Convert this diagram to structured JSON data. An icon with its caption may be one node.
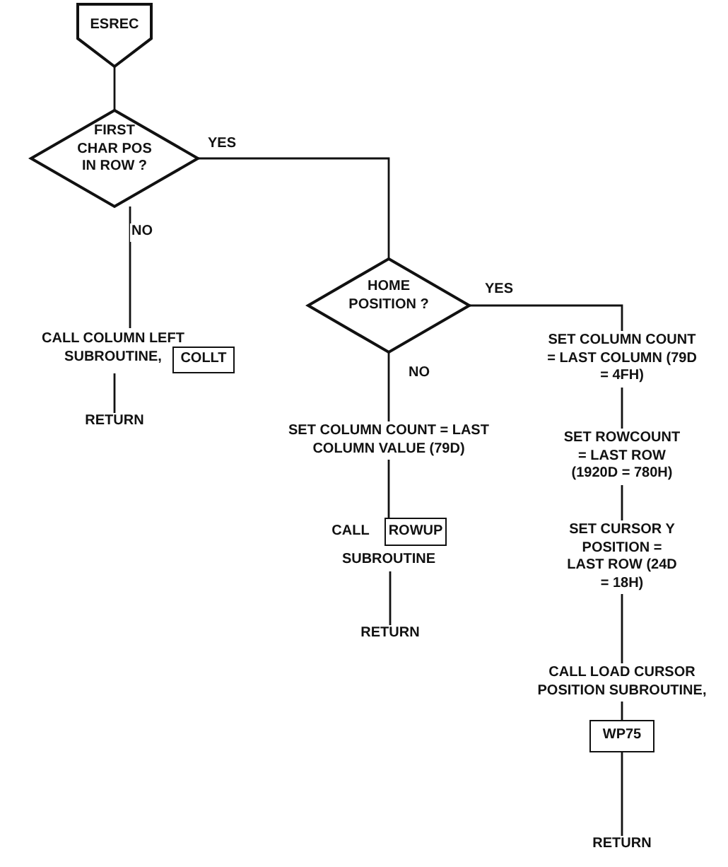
{
  "diagram": {
    "nodes": [
      {
        "text": [
          "ESREC"
        ]
      },
      {
        "text": [
          "FIRST CHAR POS IN ROW ?"
        ]
      },
      {
        "text": [
          "CALL COLUMN LEFT SUBROUTINE,"
        ]
      },
      {
        "text": [
          "COLLT"
        ],
        "in": 2
      },
      {
        "text": [
          "RETURN"
        ]
      },
      {
        "text": [
          "HOME POSITION ?"
        ]
      },
      {
        "text": [
          "SET COLUMN COUNT = LAST COLUMN VALUE (79D)"
        ]
      },
      {
        "text": [
          "CALL",
          "SUBROUTINE"
        ]
      },
      {
        "text": [
          "ROWUP"
        ],
        "in": 7
      },
      {
        "text": [
          "RETURN"
        ]
      },
      {
        "text": [
          "SET COLUMN COUNT = LAST COLUMN (79D = 4FH)"
        ]
      },
      {
        "text": [
          "SET ROWCOUNT = LAST ROW (1920D = 780H)"
        ]
      },
      {
        "text": [
          "SET CURSOR Y POSITION = LAST ROW (24D = 18H)"
        ]
      },
      {
        "text": [
          "CALL LOAD CURSOR POSITION SUBROUTINE,"
        ]
      },
      {
        "text": [
          "WP75"
        ]
      },
      {
        "text": [
          "RETURN"
        ]
      }
    ],
    "edges": [
      {
        "from": 0,
        "to": 1,
        "arrow": "none"
      },
      {
        "from": 1,
        "to": 2,
        "label": "NO",
        "arrow": "none"
      },
      {
        "from": 1,
        "to": 5,
        "label": "YES",
        "arrow": "none"
      },
      {
        "from": 2,
        "to": 4,
        "arrow": "none"
      },
      {
        "from": 5,
        "to": 6,
        "label": "NO",
        "arrow": "none"
      },
      {
        "from": 6,
        "to": 7,
        "arrow": "none"
      },
      {
        "from": 7,
        "to": 9,
        "arrow": "none"
      },
      {
        "from": 5,
        "to": 10,
        "label": "YES",
        "arrow": "none"
      },
      {
        "from": 10,
        "to": 11,
        "arrow": "none"
      },
      {
        "from": 11,
        "to": 12,
        "arrow": "none"
      },
      {
        "from": 12,
        "to": 13,
        "arrow": "none"
      },
      {
        "from": 13,
        "to": 14,
        "arrow": "none"
      },
      {
        "from": 14,
        "to": 15,
        "arrow": "none"
      }
    ]
  }
}
